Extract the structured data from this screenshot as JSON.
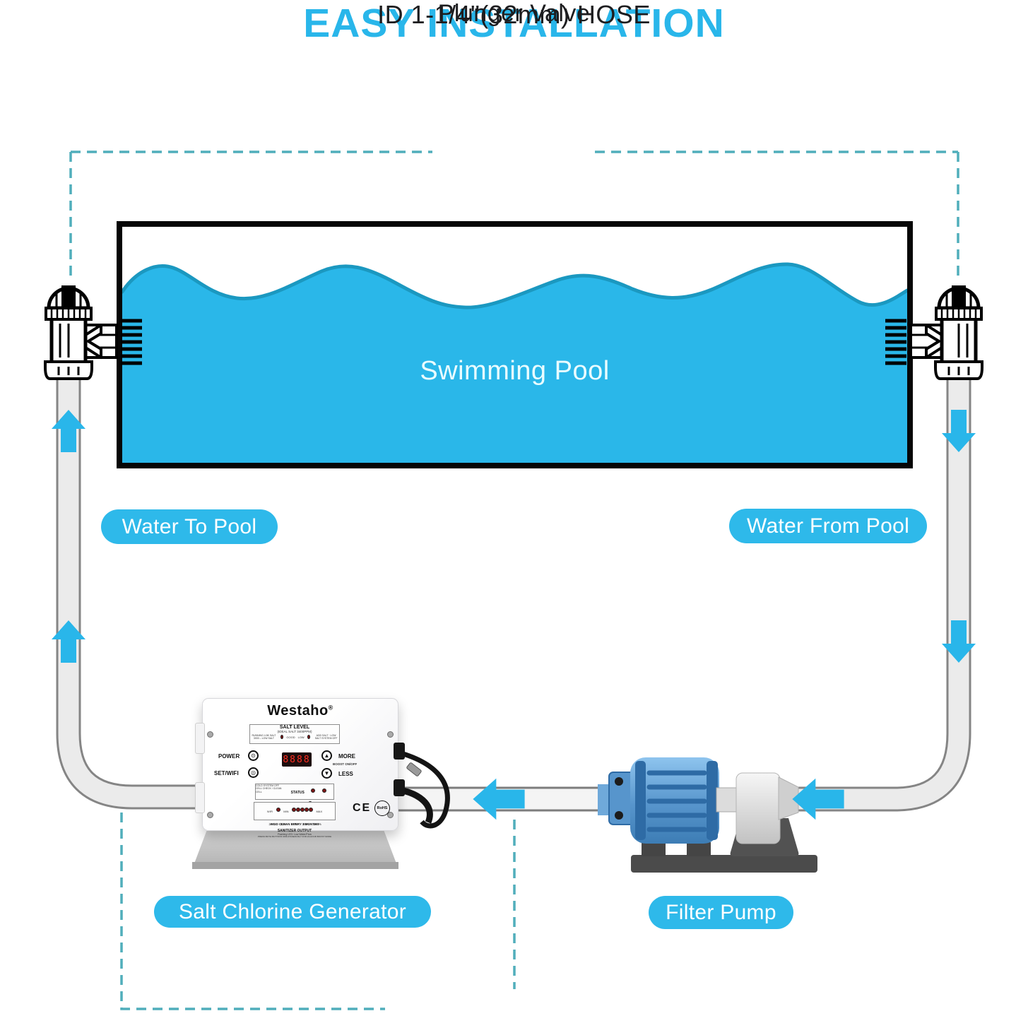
{
  "title": "EASY INSTALLATION",
  "colors": {
    "accent": "#29b6ea",
    "water": "#2ab7e9",
    "wave_edge": "#1b98c0",
    "dash": "#50aebb",
    "pill": "#2eb9ea",
    "hose_fill": "#ebebeb",
    "hose_edge": "#858585",
    "pump_blue": "#5795cc"
  },
  "callouts": {
    "plunger_valve": "Plunger Valve",
    "hose_spec": "ID 1-1/4\"(32mm) HOSE"
  },
  "pool": {
    "label": "Swimming Pool"
  },
  "labels": {
    "water_to_pool": "Water To Pool",
    "water_from_pool": "Water From Pool",
    "salt_chlorine_generator": "Salt Chlorine Generator",
    "filter_pump": "Filter Pump"
  },
  "device": {
    "brand": "Westaho",
    "reg_mark": "®",
    "salt_level": {
      "title": "SALT LEVEL",
      "subtitle": "(IDEAL SALT 3400PPM)",
      "left_note": "RUNNING 4.5K SALT 3000 – LOW SALT",
      "good": "GOOD",
      "low": "LOW",
      "right_note": "ADD SALT · LOW SALT SYSTEM OFF"
    },
    "controls": {
      "power": "POWER",
      "set_wifi": "SET/WIFI",
      "more": "MORE",
      "boost": "BOOST  ON/OFF",
      "less": "LESS",
      "display": "8888"
    },
    "status": {
      "title": "STATUS",
      "cold": "COLD",
      "cell": "CELL",
      "flow": "FLOW",
      "left_note1": "COLD SYSTEM OFF",
      "left_note2": "CELL CHECK / CLEAN CELL",
      "note": "ACID CLEAN EVERY 3 MONTHS"
    },
    "output": {
      "title": "SANITIZER OUTPUT",
      "wifi": "WIFI",
      "min": "MIN",
      "max": "MAX",
      "percents": [
        "20%",
        "40%",
        "60%",
        "80%",
        "100%"
      ],
      "note1": "Flashing LED: Low Water/Flow",
      "note2": "PRESS BOTH BUTTONS SIMULTANEOUSLY FOR 24-HOUR BOOST MODE"
    },
    "certs": {
      "ce": "CE",
      "rohs": "RoHS"
    }
  }
}
